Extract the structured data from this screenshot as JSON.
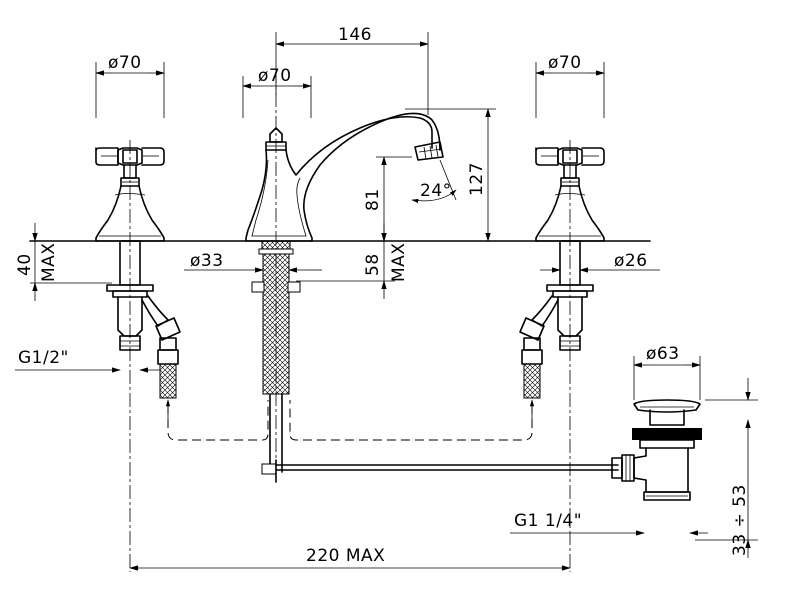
{
  "dimensions": {
    "left_handle_dia": "ø70",
    "spout_dia": "ø70",
    "right_handle_dia": "ø70",
    "spout_reach": "146",
    "spout_height": "127",
    "spout_outlet_height": "81",
    "spout_angle": "24°",
    "deck_thickness_left": "40",
    "deck_thickness_left_max": "MAX",
    "spout_shank_dia": "ø33",
    "deck_thickness_center": "58",
    "deck_thickness_center_max": "MAX",
    "valve_shank_dia": "ø26",
    "inlet_thread": "G1/2\"",
    "waste_dia": "ø63",
    "waste_thread": "G1  1/4\"",
    "waste_height": "33 ÷ 53",
    "overall_spread": "220  MAX"
  }
}
